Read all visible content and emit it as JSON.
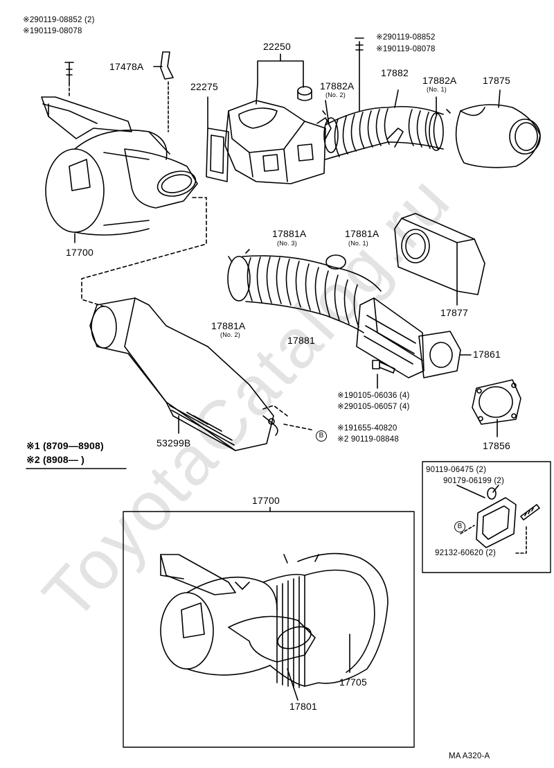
{
  "labels": {
    "bolt_top_left_2": "※290119-08852 (2)",
    "bolt_top_left_1": "※190119-08078",
    "bolt_top_right_2": "※290119-08852",
    "bolt_top_right_1": "※190119-08078",
    "p17478A": "17478A",
    "p22250": "22250",
    "p22275": "22275",
    "p17882": "17882",
    "p17882A_no2": "17882A",
    "p17882A_no2_sub": "(No. 2)",
    "p17882A_no1": "17882A",
    "p17882A_no1_sub": "(No. 1)",
    "p17875": "17875",
    "p17700_top": "17700",
    "p17881A_no3": "17881A",
    "p17881A_no3_sub": "(No. 3)",
    "p17881A_no1": "17881A",
    "p17881A_no1_sub": "(No. 1)",
    "p17877": "17877",
    "p17881A_no2": "17881A",
    "p17881A_no2_sub": "(No. 2)",
    "p17881": "17881",
    "p17861": "17861",
    "bolt_mid_1": "※190105-06036 (4)",
    "bolt_mid_2": "※290105-06057 (4)",
    "b_circle": "B",
    "bolt_b_1": "※191655-40820",
    "bolt_b_2": "※2 90119-08848",
    "legend_1": "※1 (8709—8908)",
    "legend_2": "※2 (8908—        )",
    "p53299B": "53299B",
    "p17856": "17856",
    "inset_1": "90119-06475 (2)",
    "inset_2": "90179-06199 (2)",
    "inset_b": "B",
    "inset_3": "92132-60620 (2)",
    "p17700_bottom": "17700",
    "p17705": "17705",
    "p17801": "17801",
    "footer": "MA   A320-A"
  },
  "watermark": "ToyotaCatalog.ru"
}
